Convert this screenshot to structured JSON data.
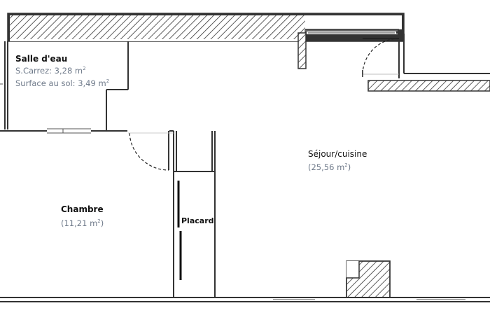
{
  "rooms": {
    "salle_deau": {
      "name": "Salle d'eau",
      "carrez_label": "S.Carrez: 3,28 m",
      "carrez_exp": "2",
      "floor_label": "Surface au sol: 3,49 m",
      "floor_exp": "2"
    },
    "sejour": {
      "name": "Séjour/cuisine",
      "area": "(25,56 m",
      "exp": "2",
      "close": ")"
    },
    "chambre": {
      "name": "Chambre",
      "area": "(11,21 m",
      "exp": "2",
      "close": ")"
    },
    "placard": {
      "name": "Placard"
    }
  },
  "colors": {
    "wall": "#333333",
    "hatch": "#333333",
    "text": "#111111",
    "area_text": "#6f7a8a",
    "door": "#222222"
  }
}
